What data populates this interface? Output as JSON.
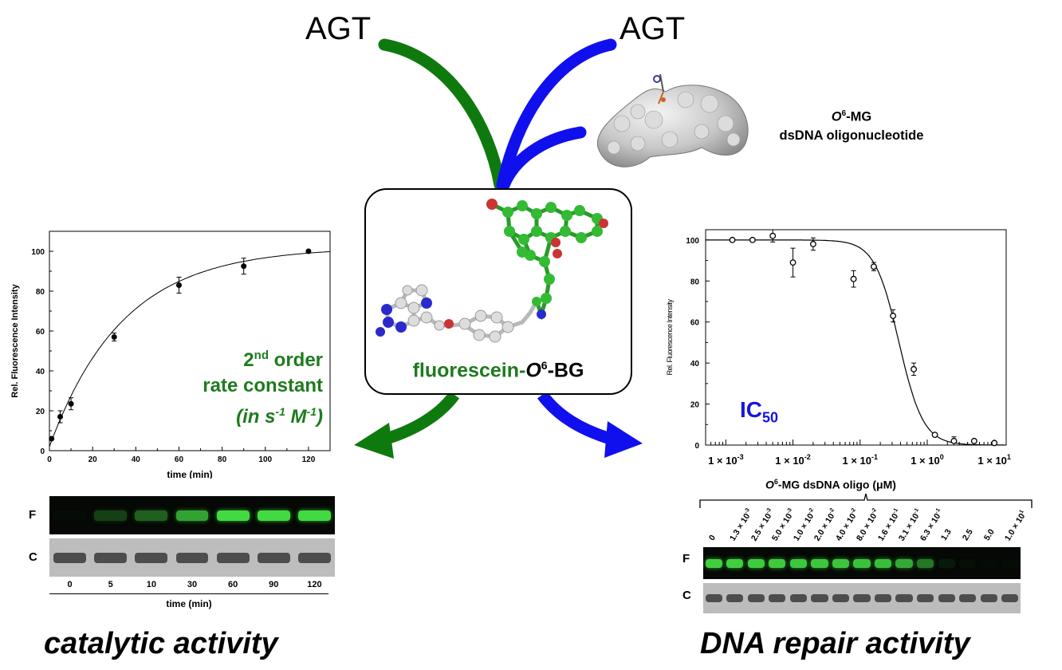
{
  "top": {
    "agt_left": "AGT",
    "agt_right": "AGT",
    "oligo_label_line1_italic": "O",
    "oligo_label_line1_sup": "6",
    "oligo_label_line1_rest": "-MG",
    "oligo_label_line2": "dsDNA oligonucleotide"
  },
  "center": {
    "probe_prefix": "fluorescein-",
    "probe_italic": "O",
    "probe_sup": "6",
    "probe_suffix": "-BG"
  },
  "left_chart": {
    "annotation_line1_a": "2",
    "annotation_line1_sup": "nd",
    "annotation_line1_b": " order",
    "annotation_line2": "rate constant",
    "annotation_line3_a": "(in s",
    "annotation_line3_sup1": "-1",
    "annotation_line3_b": " M",
    "annotation_line3_sup2": "-1",
    "annotation_line3_c": ")",
    "color": "#1e7b1e"
  },
  "right_chart": {
    "annotation": "IC",
    "annotation_sub": "50",
    "color": "#1515e0",
    "xlabel_italic": "O",
    "xlabel_sup": "6",
    "xlabel_rest": "-MG dsDNA oligo (μM)"
  },
  "chart_data": [
    {
      "type": "scatter",
      "xlabel": "time (min)",
      "ylabel": "Rel. Fluorescence Intensity",
      "xlim": [
        0,
        130
      ],
      "ylim": [
        0,
        110
      ],
      "xticks": [
        "0",
        "20",
        "40",
        "60",
        "80",
        "100",
        "120"
      ],
      "yticks": [
        "0",
        "20",
        "40",
        "60",
        "80",
        "100"
      ],
      "series": [
        {
          "x": [
            1,
            5,
            10,
            30,
            60,
            90,
            120
          ],
          "y": [
            6,
            17,
            23.5,
            57,
            83,
            92.5,
            100
          ],
          "err": [
            0,
            3,
            3,
            2,
            4,
            4,
            0
          ],
          "fit": "1-exp"
        }
      ]
    },
    {
      "type": "scatter",
      "xlabel": "O6-MG dsDNA oligo (μM)",
      "ylabel": "Rel. Fluorescence Intensity",
      "xscale": "log",
      "xlim": [
        0.0005,
        15
      ],
      "ylim": [
        0,
        105
      ],
      "xticks": [
        "1 × 10-3",
        "1 × 10-2",
        "1 × 10-1",
        "1 × 100",
        "1 × 101"
      ],
      "yticks": [
        "0",
        "20",
        "40",
        "60",
        "80",
        "100"
      ],
      "series": [
        {
          "x": [
            0.00125,
            0.0025,
            0.005,
            0.01,
            0.02,
            0.08,
            0.16,
            0.31,
            0.63,
            1.3,
            2.5,
            5.0,
            10.0
          ],
          "y": [
            100,
            100,
            102,
            89,
            98,
            81,
            87,
            63,
            37,
            5,
            2,
            2,
            1
          ],
          "err": [
            0,
            0,
            3,
            7,
            3,
            4,
            2,
            3,
            3,
            0,
            2,
            0,
            0
          ],
          "fit": "sigmoid"
        }
      ]
    }
  ],
  "left_gel": {
    "row_f": "F",
    "row_c": "C",
    "lanes": [
      "0",
      "5",
      "10",
      "30",
      "60",
      "90",
      "120"
    ],
    "f_intensity": [
      0.02,
      0.25,
      0.4,
      0.7,
      0.95,
      0.95,
      0.95
    ],
    "xlabel": "time (min)"
  },
  "right_gel": {
    "row_f": "F",
    "row_c": "C",
    "lanes": [
      "0",
      "1.3 × 10-3",
      "2.5 × 10-3",
      "5.0 × 10-3",
      "1.0 × 10-2",
      "2.0 × 10-2",
      "4.0 × 10-2",
      "8.0 × 10-2",
      "1.6 × 10-1",
      "3.1 × 10-1",
      "6.3 × 10-1",
      "1.3",
      "2.5",
      "5.0",
      "1.0 × 101"
    ],
    "f_intensity": [
      0.9,
      0.9,
      0.88,
      0.88,
      0.86,
      0.86,
      0.85,
      0.84,
      0.82,
      0.72,
      0.5,
      0.08,
      0.03,
      0.02,
      0.02
    ]
  },
  "bottom": {
    "left_title": "catalytic activity",
    "right_title": "DNA repair activity"
  }
}
